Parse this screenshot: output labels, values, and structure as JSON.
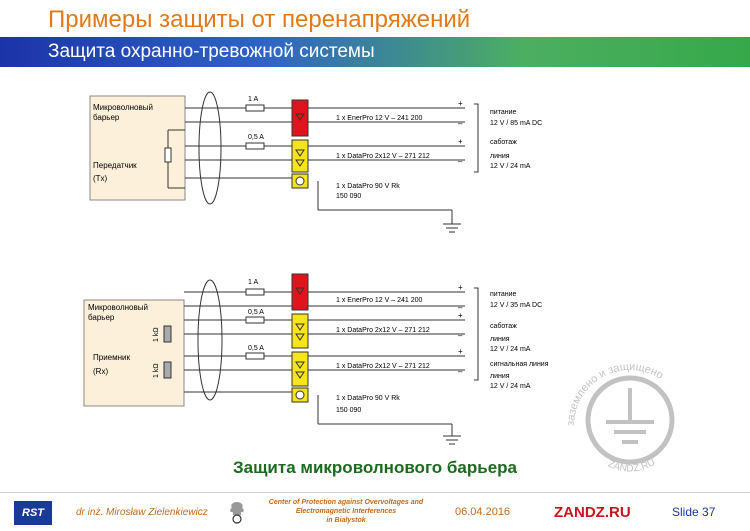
{
  "header": {
    "title": "Примеры защиты от перенапряжений",
    "subtitle": "Защита охранно-тревожной системы"
  },
  "diagram_top": {
    "device_label_1": "Микроволновый",
    "device_label_2": "барьер",
    "tx_label_1": "Передатчик",
    "tx_label_2": "(Tx)",
    "fuse1": "1 A",
    "fuse2": "0,5 A",
    "prot1": "1 x EnerPro 12 V – 241 200",
    "prot2": "1 x DataPro 2x12 V – 271 212",
    "prot3": "1 x DataPro 90 V Rk",
    "prot3_code": "150 090",
    "plus": "+",
    "minus": "–",
    "right1_a": "питание",
    "right1_b": "12 V / 85 mA DC",
    "right2_a": "саботаж",
    "right2_b": "линия",
    "right2_c": "12 V / 24 mA"
  },
  "diagram_bottom": {
    "device_label_1": "Микроволновый",
    "device_label_2": "барьер",
    "rx_label_1": "Приемник",
    "rx_label_2": "(Rx)",
    "res1": "1 kΩ",
    "res2": "1 kΩ",
    "fuse1": "1 A",
    "fuse2": "0,5 A",
    "fuse3": "0,5 A",
    "prot1": "1 x EnerPro 12 V – 241 200",
    "prot2": "1 x DataPro 2x12 V – 271 212",
    "prot3": "1 x DataPro 2x12 V – 271 212",
    "prot4": "1 x DataPro 90 V Rk",
    "prot4_code": "150 090",
    "plus": "+",
    "minus": "–",
    "right1_a": "питание",
    "right1_b": "12 V / 35 mA DC",
    "right2_a": "саботаж",
    "right2_b": "линия",
    "right2_c": "12 V / 24 mA",
    "right3_a": "сигнальная линия",
    "right3_b": "линия",
    "right3_c": "12 V / 24 mA"
  },
  "caption": "Защита микроволнового барьера",
  "watermark": {
    "text": "заземлено и защищено",
    "site": "ZANDZ.RU"
  },
  "footer": {
    "logo": "RST",
    "author": "dr inż. Mirosław Zielenkiewicz",
    "center_line1": "Center of Protection against Overvoltages and",
    "center_line2": "Electromagnetic Interferences",
    "center_line3": "in Białystok",
    "date": "06.04.2016",
    "brand": "ZANDZ.RU",
    "slide": "Slide 37"
  },
  "colors": {
    "title": "#e27a1a",
    "bar_start": "#1b34a8",
    "bar_end": "#36a84a",
    "red_module": "#e0141c",
    "yellow_module": "#f5e51a",
    "device_box": "#fdf0da",
    "caption": "#1b6b1e"
  }
}
